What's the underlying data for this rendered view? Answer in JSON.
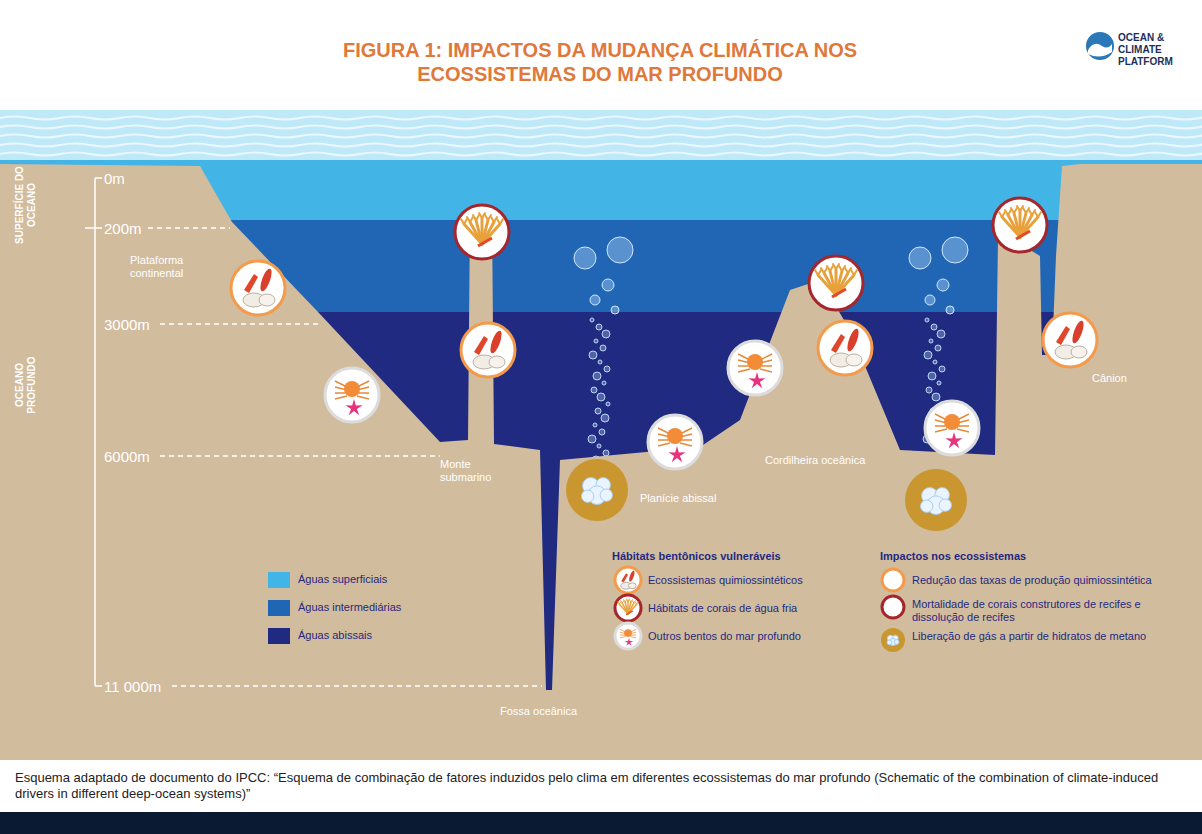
{
  "diagram": {
    "title": "FIGURA 1: IMPACTOS DA MUDANÇA CLIMÁTICA NOS ECOSSISTEMAS DO MAR PROFUNDO",
    "caption": "Esquema adaptado de documento do IPCC: “Esquema de combinação de fatores induzidos pelo clima em diferentes ecossistemas do mar profundo (Schematic of the combination of climate-induced drivers in different deep-ocean systems)”",
    "labels": [
      "OCEAN & CLIMATE PLATFORM",
      "SUPERFÍCIE DO OCEANO",
      "OCEANO PROFUNDO",
      "0m",
      "200m",
      "3000m",
      "6000m",
      "11 000m",
      "Plataforma continental",
      "Monte submarino",
      "Planície abissal",
      "Cordilheira oceânica",
      "Cânion",
      "Fossa oceânica",
      "Hábitats bentônicos vulneráveis",
      "Impactos nos ecossistemas"
    ],
    "legend": [
      {
        "text": "Águas superficiais",
        "color": "#43b4e6"
      },
      {
        "text": "Águas intermediárias",
        "color": "#2066b5"
      },
      {
        "text": "Águas abissais",
        "color": "#1f2a80"
      },
      {
        "text": "Ecossistemas quimiossintéticos"
      },
      {
        "text": "Hábitats de corais de água fria"
      },
      {
        "text": "Outros bentos do mar profundo"
      },
      {
        "text": "Redução das taxas de produção quimiossintética"
      },
      {
        "text": "Mortalidade de corais construtores de recifes e dissolução de recifes"
      },
      {
        "text": "Liberação de gás a partir de hidratos de metano"
      }
    ]
  }
}
